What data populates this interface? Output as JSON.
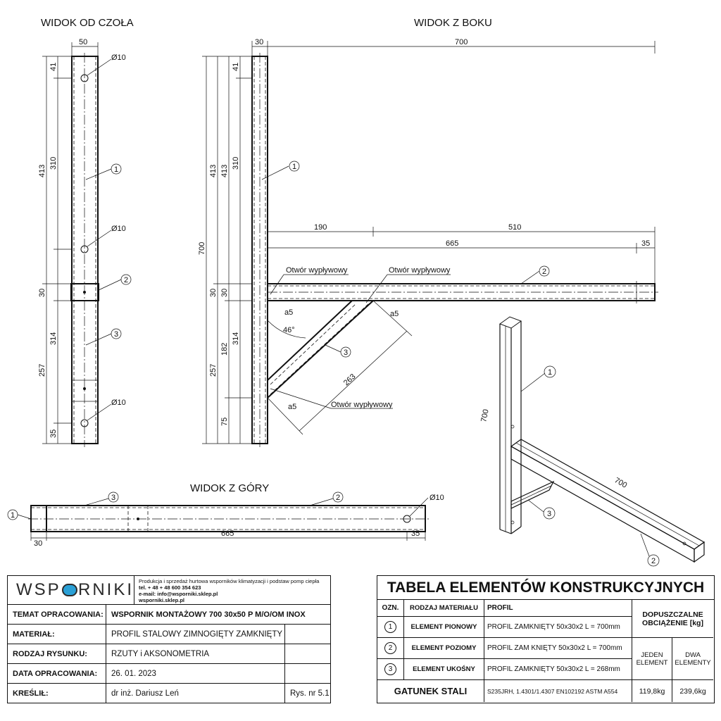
{
  "views": {
    "front": "WIDOK OD CZOŁA",
    "side": "WIDOK Z BOKU",
    "top": "WIDOK Z GÓRY"
  },
  "dims": {
    "w50": "50",
    "w30": "30",
    "w700": "700",
    "d41": "41",
    "d310": "310",
    "d413": "413",
    "d30": "30",
    "d314": "314",
    "d257": "257",
    "d35": "35",
    "d700v": "700",
    "d182": "182",
    "d75": "75",
    "d190": "190",
    "d510": "510",
    "d665": "665",
    "d263": "263",
    "angle": "46°",
    "hole": "Ø10",
    "weld": "a5"
  },
  "notes": {
    "drain1": "Otwór wypływowy",
    "drain2": "Otwór wypływowy",
    "drain3": "Otwór wypływowy"
  },
  "markers": {
    "m1": "1",
    "m2": "2",
    "m3": "3"
  },
  "title_block": {
    "logo": {
      "left": "WSP",
      "right": "RNIKI"
    },
    "contact": [
      "Produkcja i sprzedaż hurtowa wsporników klimatyzacji i podstaw pomp ciepła",
      "tel. + 48 + 48 600 354 623",
      "e-mail: info@wsporniki.sklep.pl",
      "wsporniki.sklep.pl"
    ],
    "rows": [
      {
        "label": "TEMAT OPRACOWANIA:",
        "value": "WSPORNIK MONTAŻOWY 700 30x50 P M/O/OM INOX"
      },
      {
        "label": "MATERIAŁ:",
        "value": "PROFIL STALOWY ZIMNOGIĘTY ZAMKNIĘTY"
      },
      {
        "label": "RODZAJ RYSUNKU:",
        "value": "RZUTY i AKSONOMETRIA"
      },
      {
        "label": "DATA OPRACOWANIA:",
        "value": "26. 01. 2023"
      },
      {
        "label": "KREŚLIŁ:",
        "value": "dr inż. Dariusz Leń"
      }
    ],
    "sheet": "Rys. nr 5.1"
  },
  "element_table": {
    "title": "TABELA ELEMENTÓW KONSTRUKCYJNYCH",
    "headers": {
      "ozn": "OZN.",
      "material": "RODZAJ MATERIAŁU",
      "profil": "PROFIL",
      "load": "DOPUSZCZALNE OBCIĄŻENIE [kg]",
      "one": "JEDEN ELEMENT",
      "two": "DWA ELEMENTY"
    },
    "rows": [
      {
        "ozn": "1",
        "material": "ELEMENT PIONOWY",
        "profil": "PROFIL ZAMKNIĘTY 50x30x2 L = 700mm"
      },
      {
        "ozn": "2",
        "material": "ELEMENT POZIOMY",
        "profil": "PROFIL ZAM KNIĘTY 50x30x2 L = 700mm"
      },
      {
        "ozn": "3",
        "material": "ELEMENT UKOŚNY",
        "profil": "PROFIL ZAMKNIĘTY 50x30x2 L = 268mm"
      }
    ],
    "steel": {
      "label": "GATUNEK STALI",
      "value": "S235JRH, 1.4301/1.4307  EN102192 ASTM A554",
      "one": "119,8kg",
      "two": "239,6kg"
    }
  }
}
